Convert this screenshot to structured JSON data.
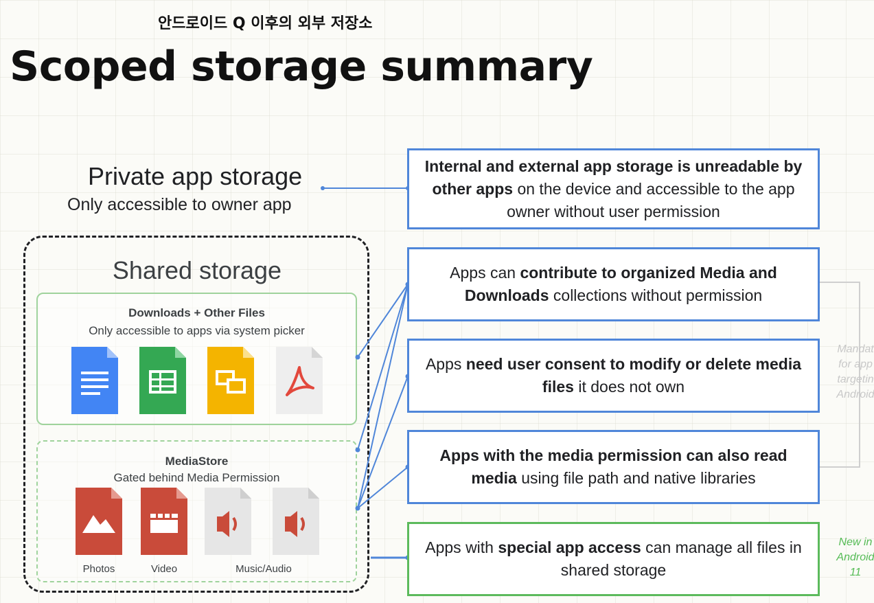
{
  "header": {
    "korean_title": "안드로이드 Q 이후의 외부 저장소",
    "title": "Scoped storage summary"
  },
  "private": {
    "title": "Private app storage",
    "subtitle": "Only accessible to owner app"
  },
  "shared": {
    "title": "Shared storage",
    "downloads": {
      "title": "Downloads + Other Files",
      "subtitle": "Only accessible to apps via system picker",
      "icons": [
        "docs-icon",
        "sheets-icon",
        "slides-icon",
        "pdf-icon"
      ]
    },
    "mediastore": {
      "title": "MediaStore",
      "subtitle": "Gated behind Media Permission",
      "labels": {
        "photos": "Photos",
        "video": "Video",
        "audio": "Music/Audio"
      },
      "icons": [
        "photos-icon",
        "video-icon",
        "audio-icon",
        "audio-icon"
      ]
    }
  },
  "boxes": {
    "b1": {
      "strong1": "Internal and external app storage is unreadable by other apps",
      "rest1": " on the device and accessible to the app owner without user permission"
    },
    "b2": {
      "pre": "Apps can ",
      "strong": "contribute to organized Media and Downloads",
      "post": " collections without permission"
    },
    "b3": {
      "pre": "Apps ",
      "strong": "need user consent to modify or delete media files",
      "post": " it does not own"
    },
    "b4": {
      "strong": "Apps with the media permission can also read media",
      "post": " using file path and native libraries"
    },
    "b5": {
      "pre": "Apps with ",
      "strong": "special app access",
      "post": " can manage all files in shared storage"
    }
  },
  "notes": {
    "mandatory": "Mandat\nfor app\ntargetin\nAndroid",
    "new": "New in\nAndroid\n11"
  },
  "colors": {
    "blue_border": "#4f86d9",
    "green_border": "#5cba5c",
    "docs": "#4285f4",
    "sheets": "#34a853",
    "slides": "#f4b400",
    "media_red": "#c94b3a"
  }
}
